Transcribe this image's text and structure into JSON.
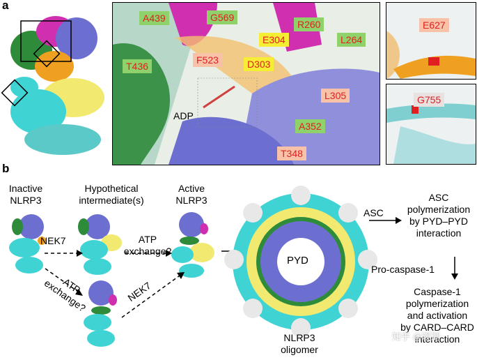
{
  "panel_a": {
    "letter": "a",
    "main_residues": {
      "a439": "A439",
      "g569": "G569",
      "r260": "R260",
      "l264": "L264",
      "e304": "E304",
      "f523": "F523",
      "d303": "D303",
      "t436": "T436",
      "l305": "L305",
      "a352": "A352",
      "t348": "T348",
      "adp": "ADP"
    },
    "inset_top": "E627",
    "inset_bottom": "G755"
  },
  "panel_b": {
    "letter": "b",
    "inactive": "Inactive\nNLRP3",
    "hypothetical": "Hypothetical\nintermediate(s)",
    "active": "Active\nNLRP3",
    "nek7_top": "NEK7",
    "atp_top": "ATP\nexchange?",
    "atp_diag": "ATP\nexchange?",
    "nek7_diag": "NEK7",
    "pyd": "PYD",
    "oligomer": "NLRP3\noligomer",
    "asc": "ASC",
    "asc_poly": "ASC\npolymerization\nby PYD–PYD\ninteraction",
    "procasp": "Pro-caspase-1",
    "casp_poly": "Caspase-1\npolymerization\nand activation\nby CARD–CARD\ninteraction",
    "watermark": "知乎 @观测"
  },
  "colors": {
    "cyan": "#3fd3d3",
    "slate": "#6d6fd0",
    "yellow": "#f2ea70",
    "orange": "#f0a020",
    "green": "#2e8b3a",
    "magenta": "#d030b0",
    "label_red": "#e02020"
  }
}
